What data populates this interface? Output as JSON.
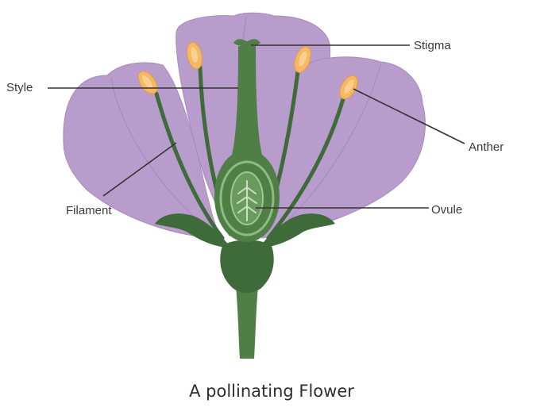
{
  "caption": "A pollinating Flower",
  "labels": {
    "stigma": "Stigma",
    "style": "Style",
    "anther": "Anther",
    "filament": "Filament",
    "ovule": "Ovule"
  },
  "colors": {
    "petal": "#b89ccb",
    "petal_edge": "#a98bbd",
    "green_dark": "#3f6b3a",
    "green_mid": "#4f7f47",
    "green_light": "#7aa86e",
    "anther": "#f5b864",
    "anther_inner": "#f9d08f"
  }
}
